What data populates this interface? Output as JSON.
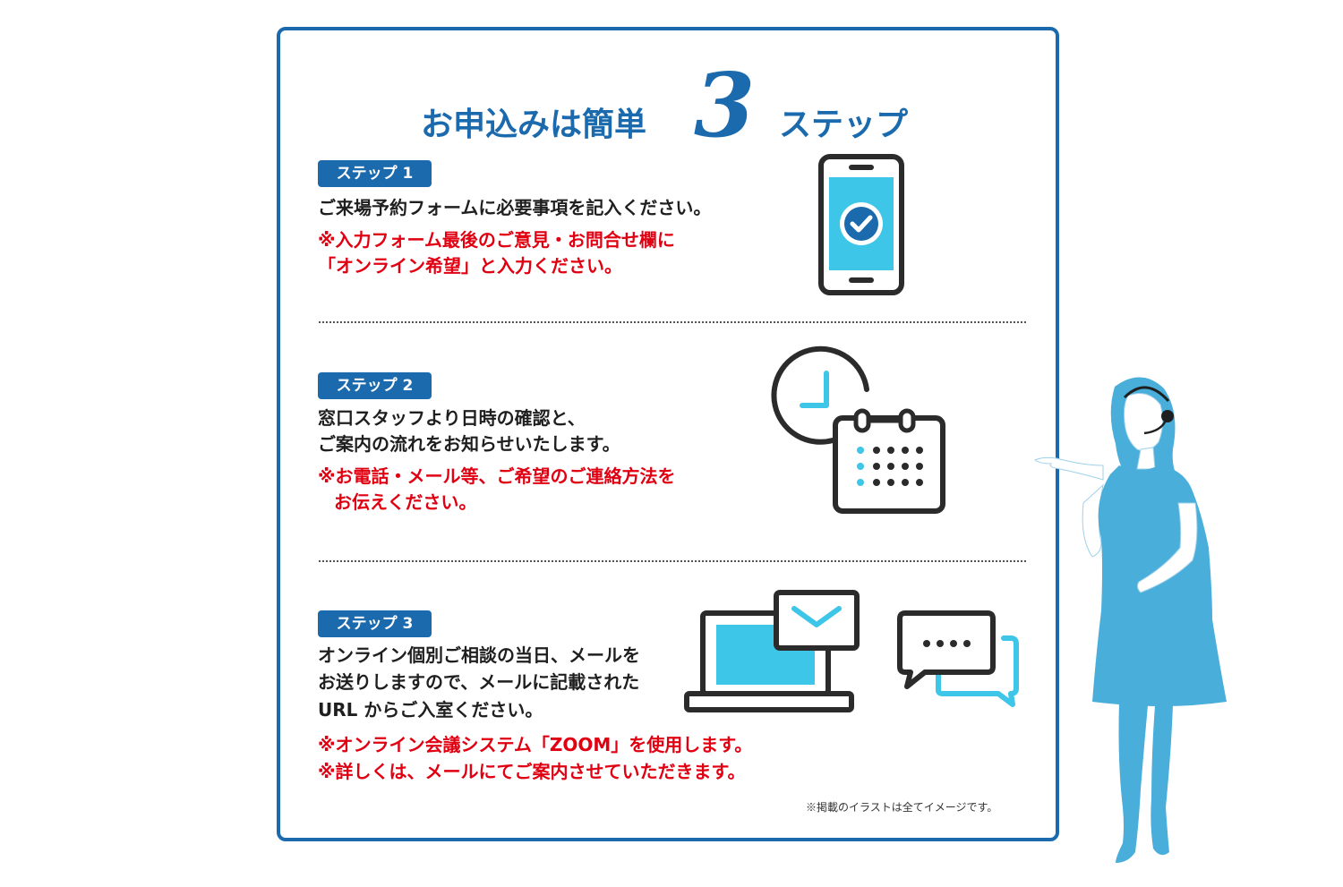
{
  "header": {
    "title_prefix": "お申込みは簡単",
    "title_number": "3",
    "title_suffix": "ステップ"
  },
  "steps": [
    {
      "badge": "ステップ 1",
      "lines": [
        "ご来場予約フォームに必要事項を記入ください。"
      ],
      "notes": [
        "※入力フォーム最後のご意見・お問合せ欄に",
        "「オンライン希望」と入力ください。"
      ]
    },
    {
      "badge": "ステップ 2",
      "lines": [
        "窓口スタッフより日時の確認と、",
        "ご案内の流れをお知らせいたします。"
      ],
      "notes": [
        "※お電話・メール等、ご希望のご連絡方法を",
        "お伝えください。"
      ]
    },
    {
      "badge": "ステップ 3",
      "lines": [
        "オンライン個別ご相談の当日、メールを",
        "お送りしますので、メールに記載された",
        "URL からご入室ください。"
      ],
      "notes": [
        "※オンライン会議システム「ZOOM」を使用します。",
        "※詳しくは、メールにてご案内させていただきます。"
      ]
    }
  ],
  "footer_note": "※掲載のイラストは全てイメージです。",
  "icons": [
    "smartphone-check-icon",
    "clock-calendar-icon",
    "laptop-mail-icon",
    "chat-bubbles-icon",
    "operator-woman-illustration"
  ],
  "colors": {
    "accent": "#1a6aad",
    "cyan": "#3ec6e8",
    "note_red": "#e00012",
    "figure_blue": "#4aaedb",
    "text_dark": "#1f1f1f"
  }
}
